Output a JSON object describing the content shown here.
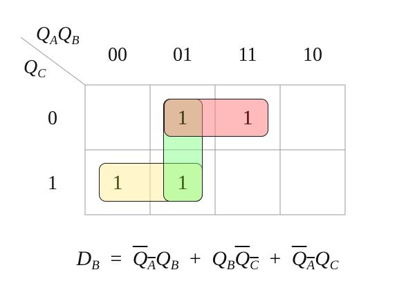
{
  "kmap": {
    "column_variable": {
      "main": "Q",
      "sub1": "A",
      "main2": "Q",
      "sub2": "B"
    },
    "row_variable": {
      "main": "Q",
      "sub": "C"
    },
    "columns": [
      "00",
      "01",
      "11",
      "10"
    ],
    "rows": [
      "0",
      "1"
    ],
    "cells": [
      [
        "",
        "1",
        "1",
        ""
      ],
      [
        "1",
        "1",
        "",
        ""
      ]
    ],
    "groups": [
      {
        "name": "red-group",
        "cells": "row0 col01-11",
        "color": "#ff9999"
      },
      {
        "name": "green-group",
        "cells": "col01 rows0-1",
        "color": "#99ff99"
      },
      {
        "name": "yellow-group",
        "cells": "row1 col00-01",
        "color": "#fff3b0"
      }
    ],
    "grid_color": "#999999"
  },
  "equation": {
    "lhs": {
      "main": "D",
      "sub": "B"
    },
    "equals": "=",
    "terms": [
      [
        {
          "main": "Q",
          "sub": "A",
          "bar": true
        },
        {
          "main": "Q",
          "sub": "B",
          "bar": false
        }
      ],
      [
        {
          "main": "Q",
          "sub": "B",
          "bar": false
        },
        {
          "main": "Q",
          "sub": "C",
          "bar": true
        }
      ],
      [
        {
          "main": "Q",
          "sub": "A",
          "bar": true
        },
        {
          "main": "Q",
          "sub": "C",
          "bar": false
        }
      ]
    ],
    "plus": "+"
  }
}
